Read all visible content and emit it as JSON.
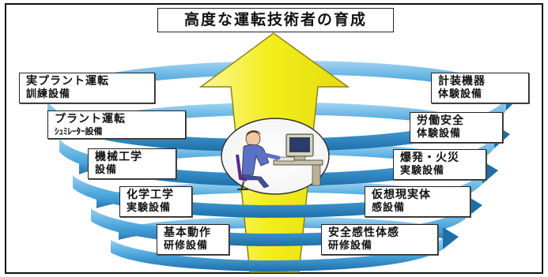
{
  "title": "高度な運転技術者の育成",
  "colors": {
    "arrow_fill": "#f3ee1c",
    "arrow_edge": "#8a8414",
    "spiral_fill": "#4aa6dc",
    "spiral_shade": "#1d6ea8",
    "label_border": "#222222",
    "frame_border": "#111111"
  },
  "left_labels": [
    {
      "line1": "実プラント運転",
      "line2": "訓練設備"
    },
    {
      "line1": "プラント運転",
      "line2": "ｼｭﾐﾚｰﾀｰ設備"
    },
    {
      "line1": "機械工学",
      "line2": "設備"
    },
    {
      "line1": "化学工学",
      "line2": "実験設備"
    },
    {
      "line1": "基本動作",
      "line2": "研修設備"
    }
  ],
  "right_labels": [
    {
      "line1": "計装機器",
      "line2": "体験設備"
    },
    {
      "line1": "労働安全",
      "line2": "体験設備"
    },
    {
      "line1": "爆発・火災",
      "line2": "実験設備"
    },
    {
      "line1": "仮想現実体",
      "line2": "感設備"
    },
    {
      "line1": "安全感性体感",
      "line2": "研修設備"
    }
  ],
  "center_illustration": "operator-at-computer"
}
